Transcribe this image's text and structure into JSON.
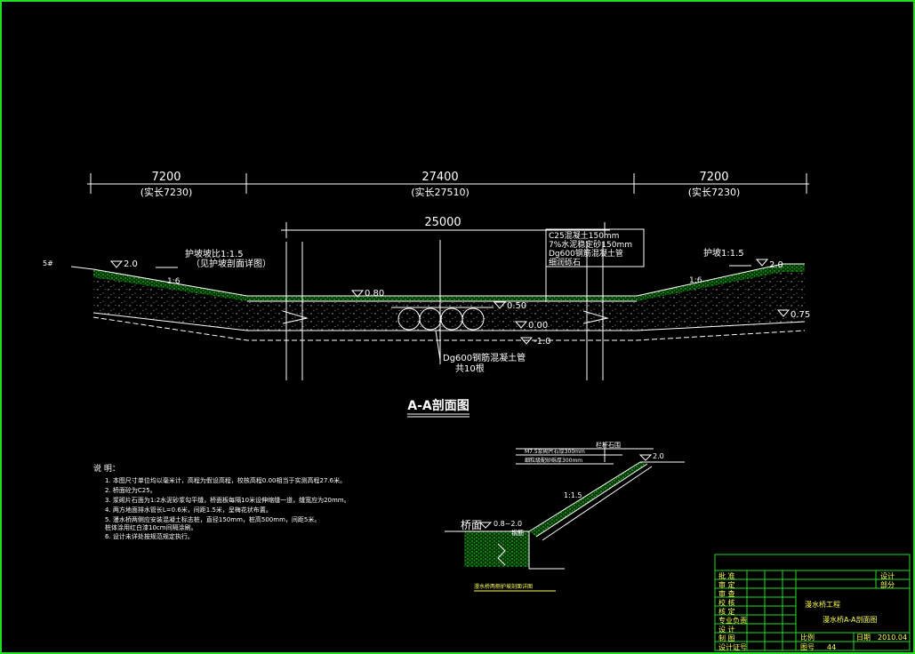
{
  "dims": {
    "left": {
      "value": "7200",
      "sub": "(实长7230)"
    },
    "middle": {
      "value": "27400",
      "sub": "(实长27510)"
    },
    "right": {
      "value": "7200",
      "sub": "(实长7230)"
    },
    "inner": {
      "value": "25000"
    }
  },
  "labels": {
    "slope_left": "护坡坡比1:1.5",
    "slope_left_note": "（见护坡剖面详图）",
    "slope_right": "护坡1:1.5",
    "ratio": "1:6",
    "elev_2": "2.0",
    "elev_080": "0.80",
    "elev_050": "0.50",
    "elev_000": "0.00",
    "elev_m10": "-1.0",
    "elev_075": "0.75",
    "left_edge": "5#",
    "pipe_label": "Dg600钢筋混凝土管",
    "pipe_count": "共10根",
    "section_title": "A-A剖面图"
  },
  "layers": [
    "C25混凝土150mm",
    "7%水泥稳定砂150mm",
    "Dg600钢筋混凝土管",
    "细润砾石"
  ],
  "notes": {
    "heading": "说  明：",
    "items": [
      "1.  本图尺寸单位均以毫米计，高程为假设高程，校核高程0.00相当于实测高程27.6米。",
      "2.  桥面砼为C25。",
      "3.  浆砌片石面为1:2水泥砂浆勾平缝，桥面板每隔10米设伸缩缝一道，缝宽应为20mm。",
      "4.  两方地面排水管长L=0.6米，间距1.5米，呈梅花状布置。",
      "5.  漫水桥两侧应安装混凝土标志桩，直径150mm，桩高500mm，间距5米。",
      "     桩体涂用红白漆10cm间隔涂刷。",
      "6.  设计未详处按规范规定执行。"
    ]
  },
  "detail": {
    "title_left": "桥面",
    "top_label": "栏杆石围",
    "layer1": "M7.5浆砌片石厚300mm",
    "layer2": "细粒级配砂砾厚300mm",
    "ratio": "1:1.5",
    "elev_top": "2.0",
    "elev_low": "0.8~2.0",
    "side_label": "钢筋",
    "caption": "漫水桥两侧护坡剖面详图"
  },
  "title_block": {
    "rows": [
      "批 准",
      "审 定",
      "审 查",
      "校 核",
      "核 定",
      "专业负责",
      "设 计",
      "制 图",
      "设计证号"
    ],
    "top_right1": "设计",
    "top_right2": "部分",
    "project": "漫水桥工程",
    "drawing": "漫水桥A-A剖面图",
    "ratio_label": "比例",
    "date_label": "日期",
    "date_value": "2010.04",
    "num_label": "图号",
    "num_value": "44"
  }
}
